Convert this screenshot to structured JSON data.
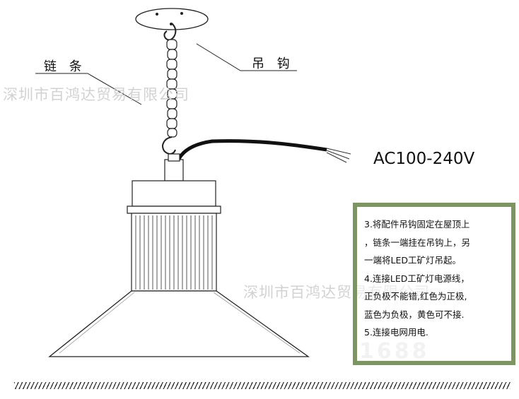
{
  "labels": {
    "chain": "链 条",
    "hook": "吊 钩",
    "voltage": "AC100-240V"
  },
  "watermarks": {
    "top": "深圳市百鸿达贸易有限公司",
    "middle": "深圳市百鸿达贸易有限公司",
    "bottom": "1688"
  },
  "instructions": [
    "3.将配件吊钩固定在屋顶上",
    "，链条一端挂在吊钩上，另",
    "一端将LED工矿灯吊起。",
    "4.连接LED工矿灯电源线，",
    "正负极不能错,红色为正极,",
    "蓝色为负极，黄色可不接.",
    "5.连接电网用电."
  ],
  "colors": {
    "note_border": "#7d9463",
    "line": "#222222",
    "watermark": "#d2d2d2"
  }
}
